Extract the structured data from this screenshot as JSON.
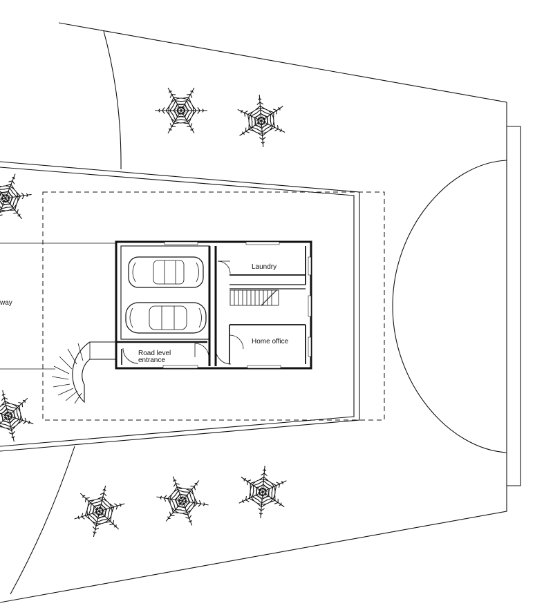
{
  "plan": {
    "labels": {
      "laundry": "Laundry",
      "home_office": "Home office",
      "entrance_line1": "Road level",
      "entrance_line2": "entrance",
      "driveway_partial": "way"
    },
    "trees": [
      "palm-tree",
      "palm-tree",
      "palm-tree",
      "palm-tree",
      "palm-tree",
      "palm-tree",
      "palm-tree"
    ],
    "cars": [
      "car-top-view",
      "car-top-view"
    ]
  }
}
